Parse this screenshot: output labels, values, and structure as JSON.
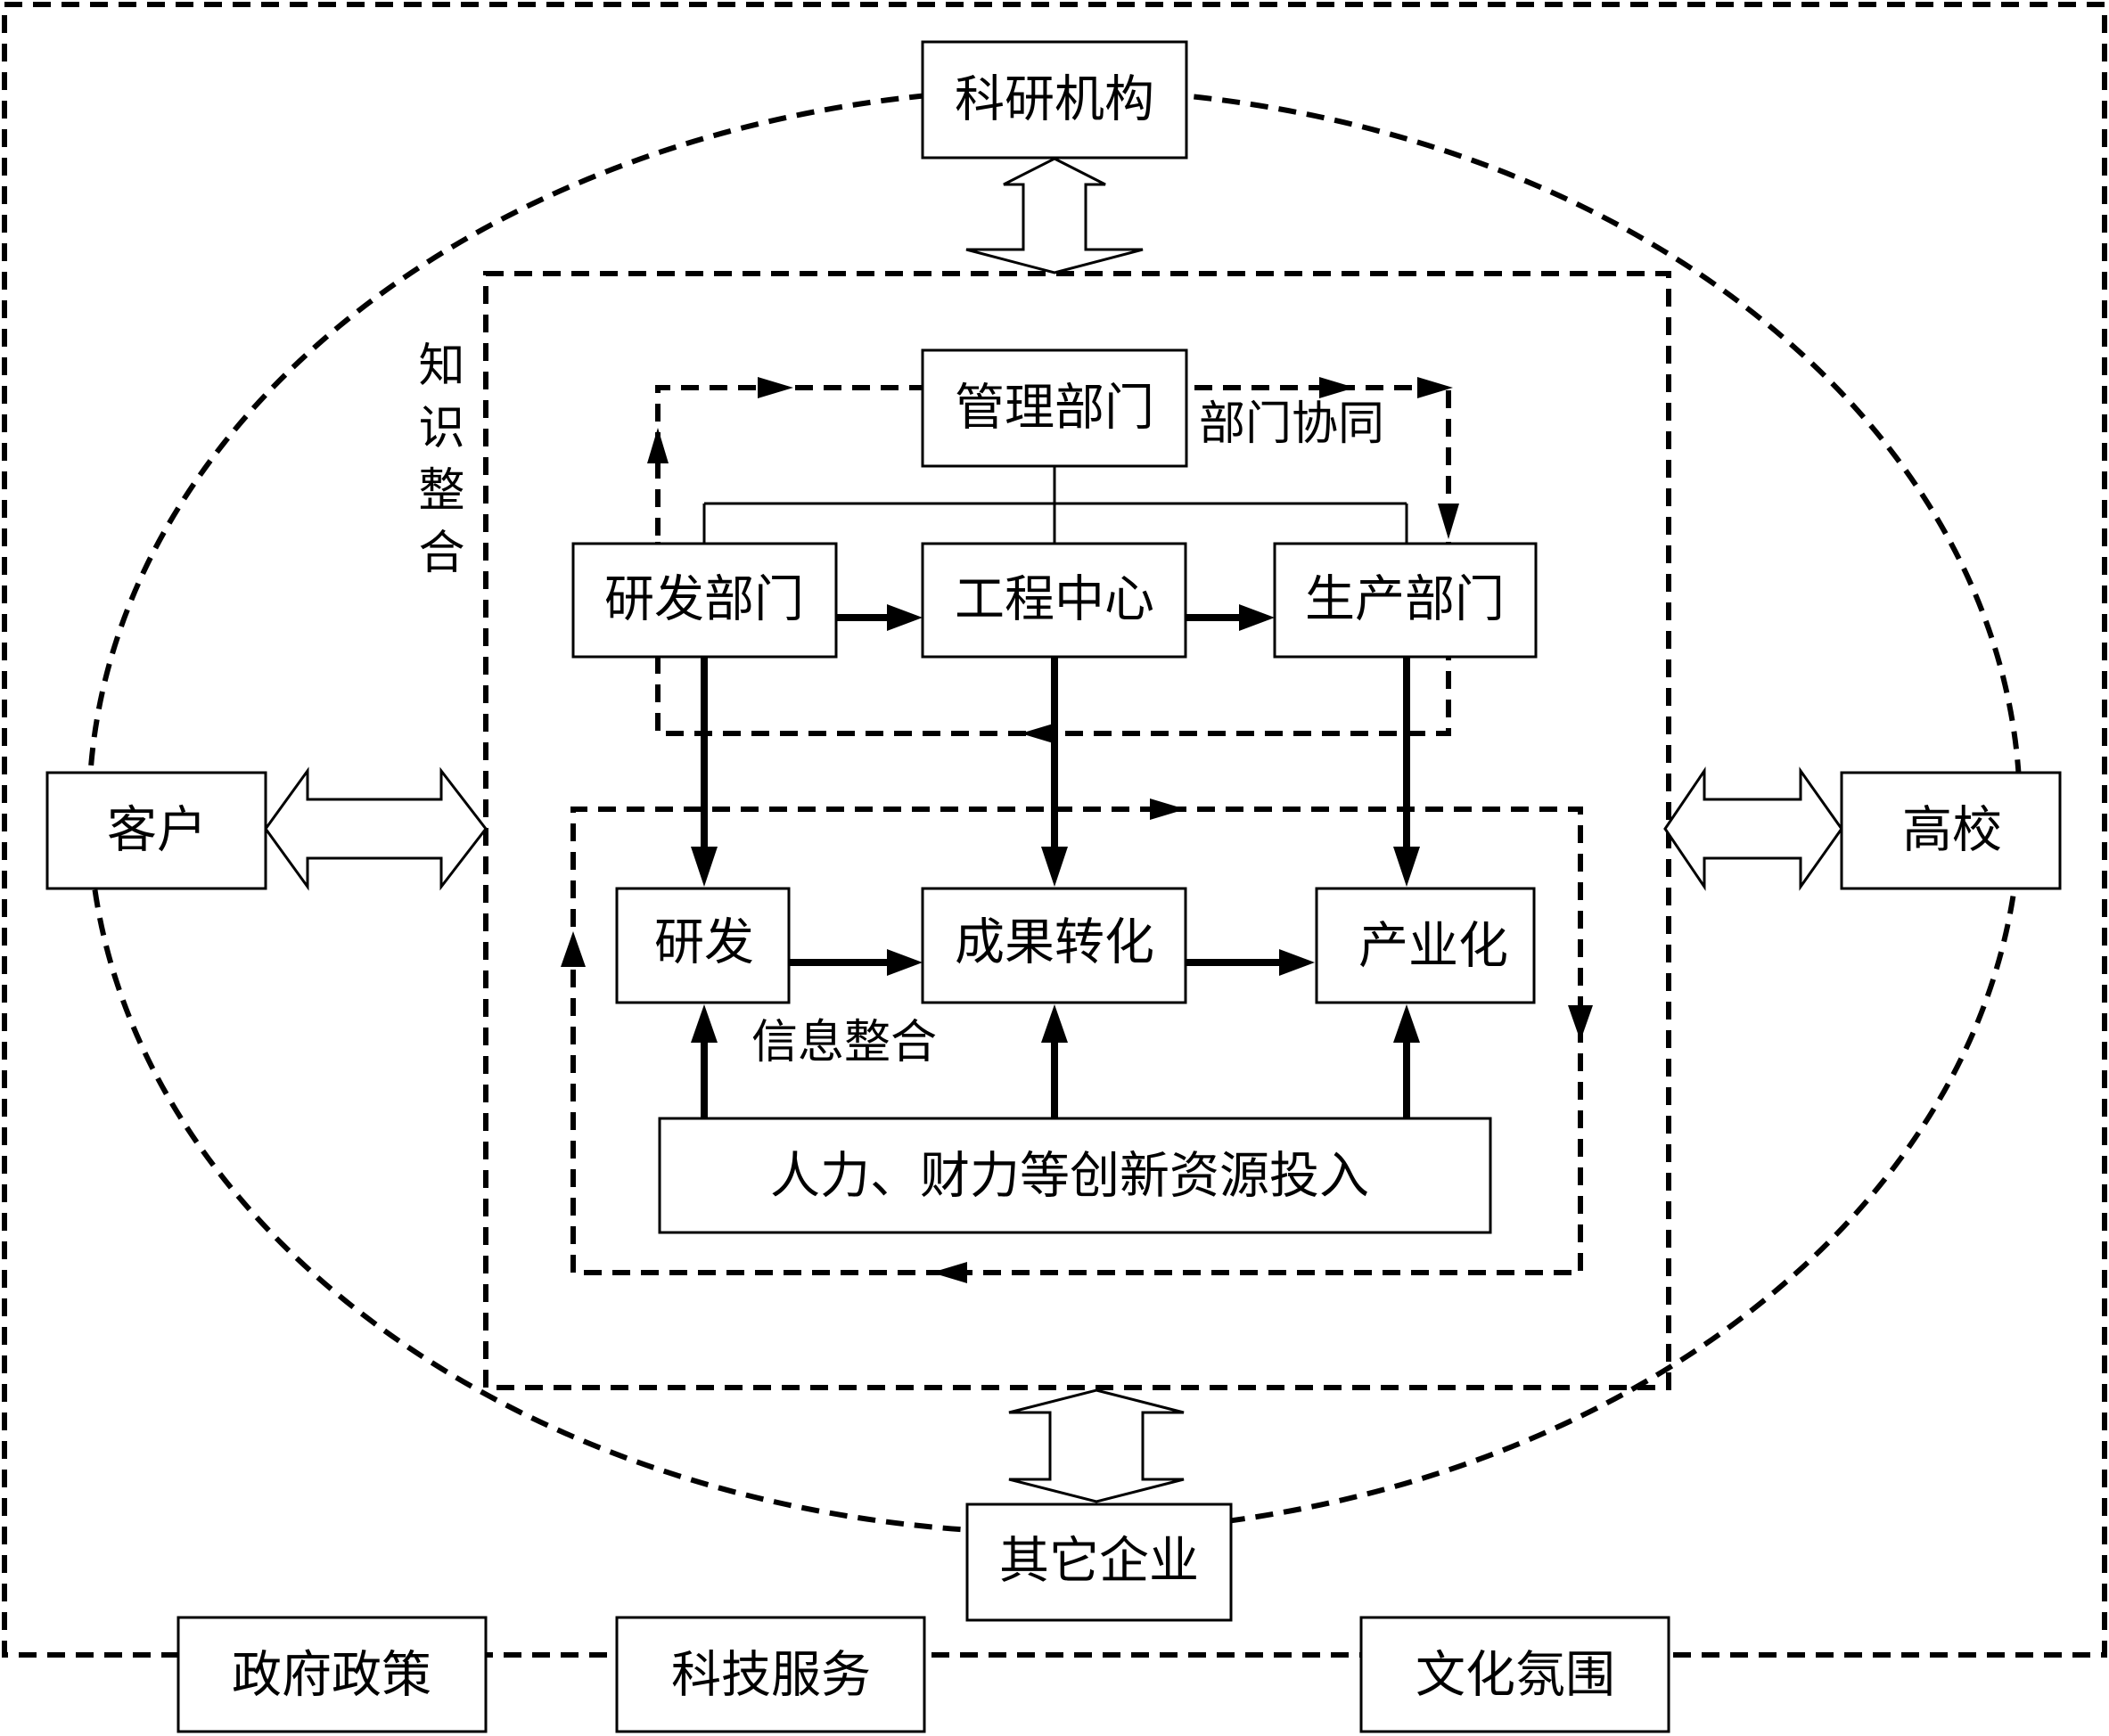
{
  "nodes": {
    "research_institute": "科研机构",
    "management_dept": "管理部门",
    "rnd_dept": "研发部门",
    "engineering_center": "工程中心",
    "production_dept": "生产部门",
    "rnd": "研发",
    "commercialization": "成果转化",
    "industrialization": "产业化",
    "resource_input": "人力、财力等创新资源投入",
    "customer": "客户",
    "university": "高校",
    "other_enterprises": "其它企业",
    "gov_policy": "政府政策",
    "tech_services": "科技服务",
    "culture": "文化氛围"
  },
  "labels": {
    "dept_collaboration": "部门协同",
    "info_integration": "信息整合",
    "knowledge_integration": "知识整合"
  }
}
